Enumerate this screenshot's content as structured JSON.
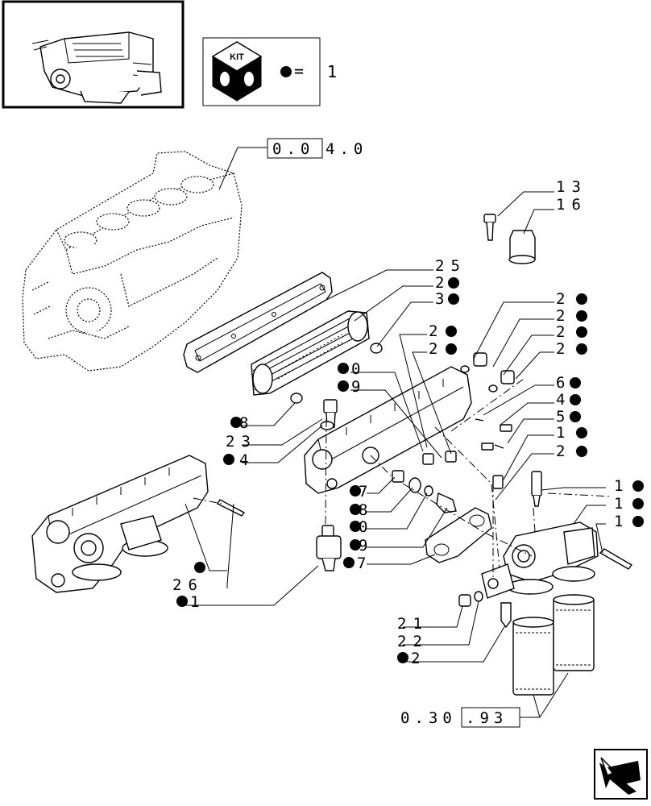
{
  "kit_legend": {
    "kit_label": "KIT",
    "equals": "=",
    "quantity": "1"
  },
  "refs": {
    "block_ref": "0.04.0",
    "block_ref_boxed": "0.0",
    "block_ref_rest": "4.0",
    "filter_ref": "0.30.93",
    "filter_ref_plain": "0.30",
    "filter_ref_boxed": ".93"
  },
  "callouts": [
    {
      "label": "13",
      "kit": false
    },
    {
      "label": "16",
      "kit": false
    },
    {
      "label": "25",
      "kit": false
    },
    {
      "label": "2",
      "kit": true
    },
    {
      "label": "3",
      "kit": true
    },
    {
      "label": "2",
      "kit": true
    },
    {
      "label": "2",
      "kit": true
    },
    {
      "label": "2",
      "kit": true
    },
    {
      "label": "2",
      "kit": true
    },
    {
      "label": "2",
      "kit": true
    },
    {
      "label": "2",
      "kit": true
    },
    {
      "label": "0",
      "kit": true
    },
    {
      "label": "9",
      "kit": true
    },
    {
      "label": "6",
      "kit": true
    },
    {
      "label": "4",
      "kit": true
    },
    {
      "label": "5",
      "kit": true
    },
    {
      "label": "8",
      "kit": true
    },
    {
      "label": "23",
      "kit": false
    },
    {
      "label": "4",
      "kit": true
    },
    {
      "label": "1",
      "kit": true
    },
    {
      "label": "2",
      "kit": true
    },
    {
      "label": "7",
      "kit": true
    },
    {
      "label": "8",
      "kit": true
    },
    {
      "label": "0",
      "kit": true
    },
    {
      "label": "9",
      "kit": true
    },
    {
      "label": "7",
      "kit": true
    },
    {
      "label": "1",
      "kit": true
    },
    {
      "label": "1",
      "kit": true
    },
    {
      "label": "1",
      "kit": true
    },
    {
      "label": "26",
      "kit": false
    },
    {
      "label": "1",
      "kit": true
    },
    {
      "label": "21",
      "kit": false
    },
    {
      "label": "22",
      "kit": false
    },
    {
      "label": "2",
      "kit": true
    }
  ],
  "icons": {
    "thumbnail": "engine-thumbnail",
    "kit": "kit-cube-icon",
    "nav": "next-page-arrow-icon"
  }
}
